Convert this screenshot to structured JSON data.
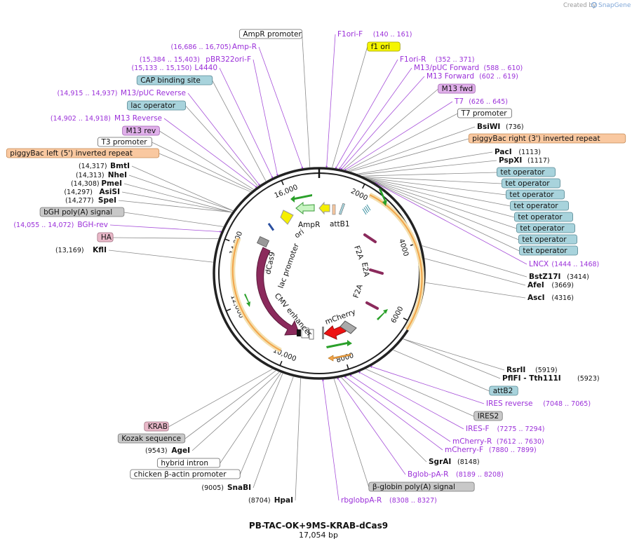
{
  "credit": {
    "prefix": "Created by",
    "brand": "SnapGene"
  },
  "plasmid": {
    "name": "PB-TAC-OK+9MS-KRAB-dCas9",
    "length_label": "17,054 bp"
  },
  "ticks": [
    {
      "label": "2000",
      "name": "tick-2000"
    },
    {
      "label": "4000",
      "name": "tick-4000"
    },
    {
      "label": "6000",
      "name": "tick-6000"
    },
    {
      "label": "8000",
      "name": "tick-8000"
    },
    {
      "label": "10,000",
      "name": "tick-10000"
    },
    {
      "label": "12,000",
      "name": "tick-12000"
    },
    {
      "label": "14,000",
      "name": "tick-14000"
    },
    {
      "label": "16,000",
      "name": "tick-16000"
    }
  ],
  "colors": {
    "orange_feature": "#f3a54a",
    "magenta_cds": "#8b2a5c",
    "ampr": "#c8f5c2",
    "ori": "#f5ef00",
    "mcherry": "#ee1111",
    "green_primer": "#2aa02a",
    "f1ori_box": "#f5f500",
    "m13_box": "#e0b0ea",
    "blue_box": "#a8d3dc",
    "gray_box": "#c8c8c8",
    "peach_box": "#f9c8a0",
    "pink_box": "#e8b8c8",
    "purple_text": "#9b30d9"
  },
  "features": {
    "AmpR": "AmpR",
    "ori": "ori",
    "attB1": "attB1",
    "F2A_1": "F2A",
    "E2A": "E2A",
    "F2A_2": "F2A",
    "mCherry": "mCherry",
    "dCas9": "dCas9",
    "lac_promoter": "lac promoter",
    "CMV_enhancer": "CMV enhancer"
  },
  "labels_left": [
    {
      "name": "AmpR promoter",
      "text": "AmpR promoter",
      "box": "white"
    },
    {
      "name": "Amp-R",
      "text": "Amp-R",
      "pos": "(16,686 .. 16,705)",
      "purple": true
    },
    {
      "name": "pBR322ori-F",
      "text": "pBR322ori-F",
      "pos": "(15,384 .. 15,403)",
      "purple": true
    },
    {
      "name": "L4440",
      "text": "L4440",
      "pos": "(15,133 .. 15,150)",
      "purple": true
    },
    {
      "name": "CAP binding site",
      "text": "CAP binding site",
      "box": "blue"
    },
    {
      "name": "M13/pUC Reverse",
      "text": "M13/pUC Reverse",
      "pos": "(14,915 .. 14,937)",
      "purple": true
    },
    {
      "name": "lac operator",
      "text": "lac operator",
      "box": "blue"
    },
    {
      "name": "M13 Reverse",
      "text": "M13 Reverse",
      "pos": "(14,902 .. 14,918)",
      "purple": true
    },
    {
      "name": "M13 rev",
      "text": "M13 rev",
      "box": "m13"
    },
    {
      "name": "T3 promoter",
      "text": "T3 promoter",
      "box": "white"
    },
    {
      "name": "piggyBac left",
      "text": "piggyBac left (5') inverted repeat",
      "box": "peach"
    },
    {
      "name": "BmtI",
      "text": "BmtI",
      "pos": "(14,317)",
      "bold": true
    },
    {
      "name": "NheI",
      "text": "NheI",
      "pos": "(14,313)",
      "bold": true
    },
    {
      "name": "PmeI",
      "text": "PmeI",
      "pos": "(14,308)",
      "bold": true
    },
    {
      "name": "AsiSI",
      "text": "AsiSI",
      "pos": "(14,297)",
      "bold": true
    },
    {
      "name": "SpeI",
      "text": "SpeI",
      "pos": "(14,277)",
      "bold": true
    },
    {
      "name": "bGH poly(A) signal",
      "text": "bGH poly(A) signal",
      "box": "gray"
    },
    {
      "name": "BGH-rev",
      "text": "BGH-rev",
      "pos": "(14,055 .. 14,072)",
      "purple": true
    },
    {
      "name": "HA",
      "text": "HA",
      "box": "pink"
    },
    {
      "name": "KflI",
      "text": "KflI",
      "pos": "(13,169)",
      "bold": true
    }
  ],
  "labels_right": [
    {
      "name": "F1ori-F",
      "text": "F1ori-F",
      "pos": "(140 .. 161)",
      "purple": true
    },
    {
      "name": "f1 ori",
      "text": "f1 ori",
      "box": "yellow"
    },
    {
      "name": "F1ori-R",
      "text": "F1ori-R",
      "pos": "(352 .. 371)",
      "purple": true
    },
    {
      "name": "M13/pUC Forward",
      "text": "M13/pUC Forward",
      "pos": "(588 .. 610)",
      "purple": true
    },
    {
      "name": "M13 Forward",
      "text": "M13 Forward",
      "pos": "(602 .. 619)",
      "purple": true
    },
    {
      "name": "M13 fwd",
      "text": "M13 fwd",
      "box": "m13"
    },
    {
      "name": "T7",
      "text": "T7",
      "pos": "(626 .. 645)",
      "purple": true
    },
    {
      "name": "T7 promoter",
      "text": "T7 promoter",
      "box": "white"
    },
    {
      "name": "BsiWI",
      "text": "BsiWI",
      "pos": "(736)",
      "bold": true
    },
    {
      "name": "piggyBac right",
      "text": "piggyBac right (3') inverted repeat",
      "box": "peach"
    },
    {
      "name": "PacI",
      "text": "PacI",
      "pos": "(1113)",
      "bold": true
    },
    {
      "name": "PspXI",
      "text": "PspXI",
      "pos": "(1117)",
      "bold": true
    },
    {
      "name": "tet operator 1",
      "text": "tet operator",
      "box": "blue"
    },
    {
      "name": "tet operator 2",
      "text": "tet operator",
      "box": "blue"
    },
    {
      "name": "tet operator 3",
      "text": "tet operator",
      "box": "blue"
    },
    {
      "name": "tet operator 4",
      "text": "tet operator",
      "box": "blue"
    },
    {
      "name": "tet operator 5",
      "text": "tet operator",
      "box": "blue"
    },
    {
      "name": "tet operator 6",
      "text": "tet operator",
      "box": "blue"
    },
    {
      "name": "tet operator 7",
      "text": "tet operator",
      "box": "blue"
    },
    {
      "name": "tet operator 8",
      "text": "tet operator",
      "box": "blue"
    },
    {
      "name": "LNCX",
      "text": "LNCX",
      "pos": "(1444 .. 1468)",
      "purple": true
    },
    {
      "name": "BstZ17I",
      "text": "BstZ17I",
      "pos": "(3414)",
      "bold": true
    },
    {
      "name": "AfeI",
      "text": "AfeI",
      "pos": "(3669)",
      "bold": true
    },
    {
      "name": "AscI",
      "text": "AscI",
      "pos": "(4316)",
      "bold": true
    },
    {
      "name": "RsrII",
      "text": "RsrII",
      "pos": "(5919)",
      "bold": true
    },
    {
      "name": "PflFI",
      "text": "PflFI - Tth111I",
      "pos": "(5923)",
      "bold": true
    },
    {
      "name": "attB2",
      "text": "attB2",
      "box": "blue"
    },
    {
      "name": "IRES reverse",
      "text": "IRES reverse",
      "pos": "(7048 .. 7065)",
      "purple": true
    },
    {
      "name": "IRES2",
      "text": "IRES2",
      "box": "gray"
    },
    {
      "name": "IRES-F",
      "text": "IRES-F",
      "pos": "(7275 .. 7294)",
      "purple": true
    },
    {
      "name": "mCherry-R",
      "text": "mCherry-R",
      "pos": "(7612 .. 7630)",
      "purple": true
    },
    {
      "name": "mCherry-F",
      "text": "mCherry-F",
      "pos": "(7880 .. 7899)",
      "purple": true
    },
    {
      "name": "SgrAI",
      "text": "SgrAI",
      "pos": "(8148)",
      "bold": true
    },
    {
      "name": "Bglob-pA-R",
      "text": "Bglob-pA-R",
      "pos": "(8189 .. 8208)",
      "purple": true
    },
    {
      "name": "beta-globin poly(A) signal",
      "text": "β-globin poly(A) signal",
      "box": "gray"
    },
    {
      "name": "rbglobpA-R",
      "text": "rbglobpA-R",
      "pos": "(8308 .. 8327)",
      "purple": true
    }
  ],
  "labels_bottom_left": [
    {
      "name": "KRAB",
      "text": "KRAB",
      "box": "pink"
    },
    {
      "name": "Kozak sequence",
      "text": "Kozak sequence",
      "box": "gray"
    },
    {
      "name": "AgeI",
      "text": "AgeI",
      "pos": "(9543)",
      "bold": true
    },
    {
      "name": "hybrid intron",
      "text": "hybrid intron",
      "box": "white"
    },
    {
      "name": "chicken beta-actin promoter",
      "text": "chicken β-actin promoter",
      "box": "white"
    },
    {
      "name": "SnaBI",
      "text": "SnaBI",
      "pos": "(9005)",
      "bold": true
    },
    {
      "name": "HpaI",
      "text": "HpaI",
      "pos": "(8704)",
      "bold": true
    }
  ]
}
